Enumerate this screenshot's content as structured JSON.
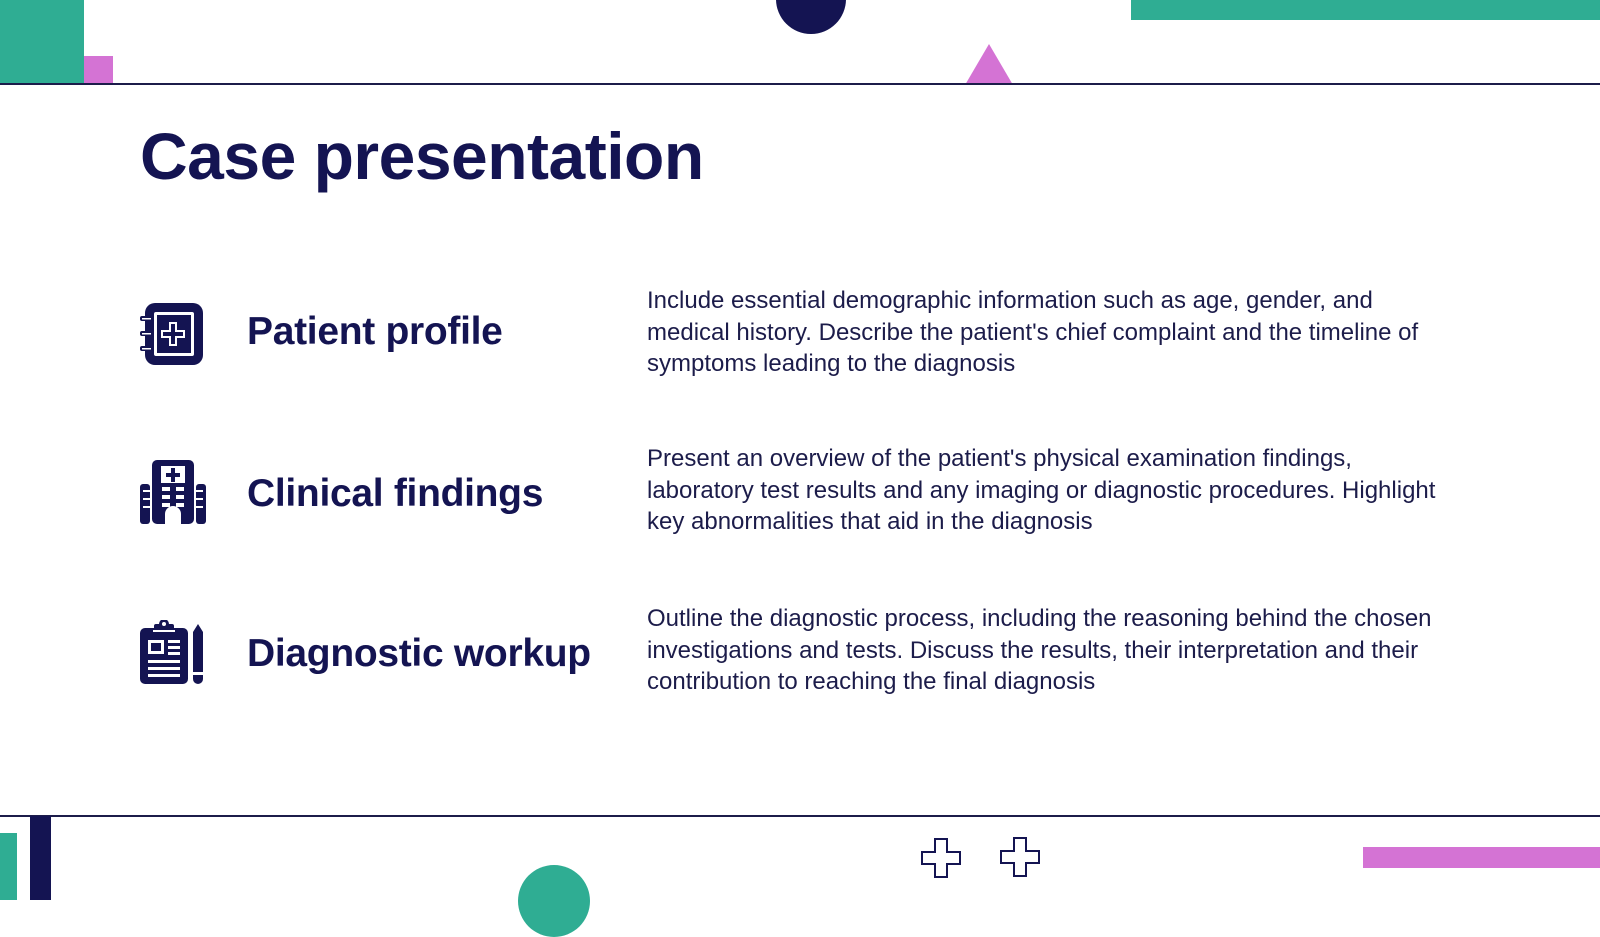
{
  "slide": {
    "title": "Case presentation",
    "colors": {
      "navy": "#141452",
      "teal": "#2fad93",
      "pink": "#d473d4",
      "background": "#ffffff"
    },
    "items": [
      {
        "icon": "medical-notebook-icon",
        "label": "Patient profile",
        "description": "Include essential demographic information such as age, gender, and medical history. Describe the patient's chief complaint and the timeline of symptoms leading to the diagnosis"
      },
      {
        "icon": "hospital-building-icon",
        "label": "Clinical findings",
        "description": "Present an overview of the patient's physical examination findings, laboratory test results and any imaging or diagnostic procedures. Highlight key abnormalities that aid in the diagnosis"
      },
      {
        "icon": "clipboard-pencil-icon",
        "label": "Diagnostic workup",
        "description": "Outline the diagnostic process, including the reasoning behind the chosen investigations and tests. Discuss the results, their interpretation and their contribution to reaching the final diagnosis"
      }
    ]
  }
}
